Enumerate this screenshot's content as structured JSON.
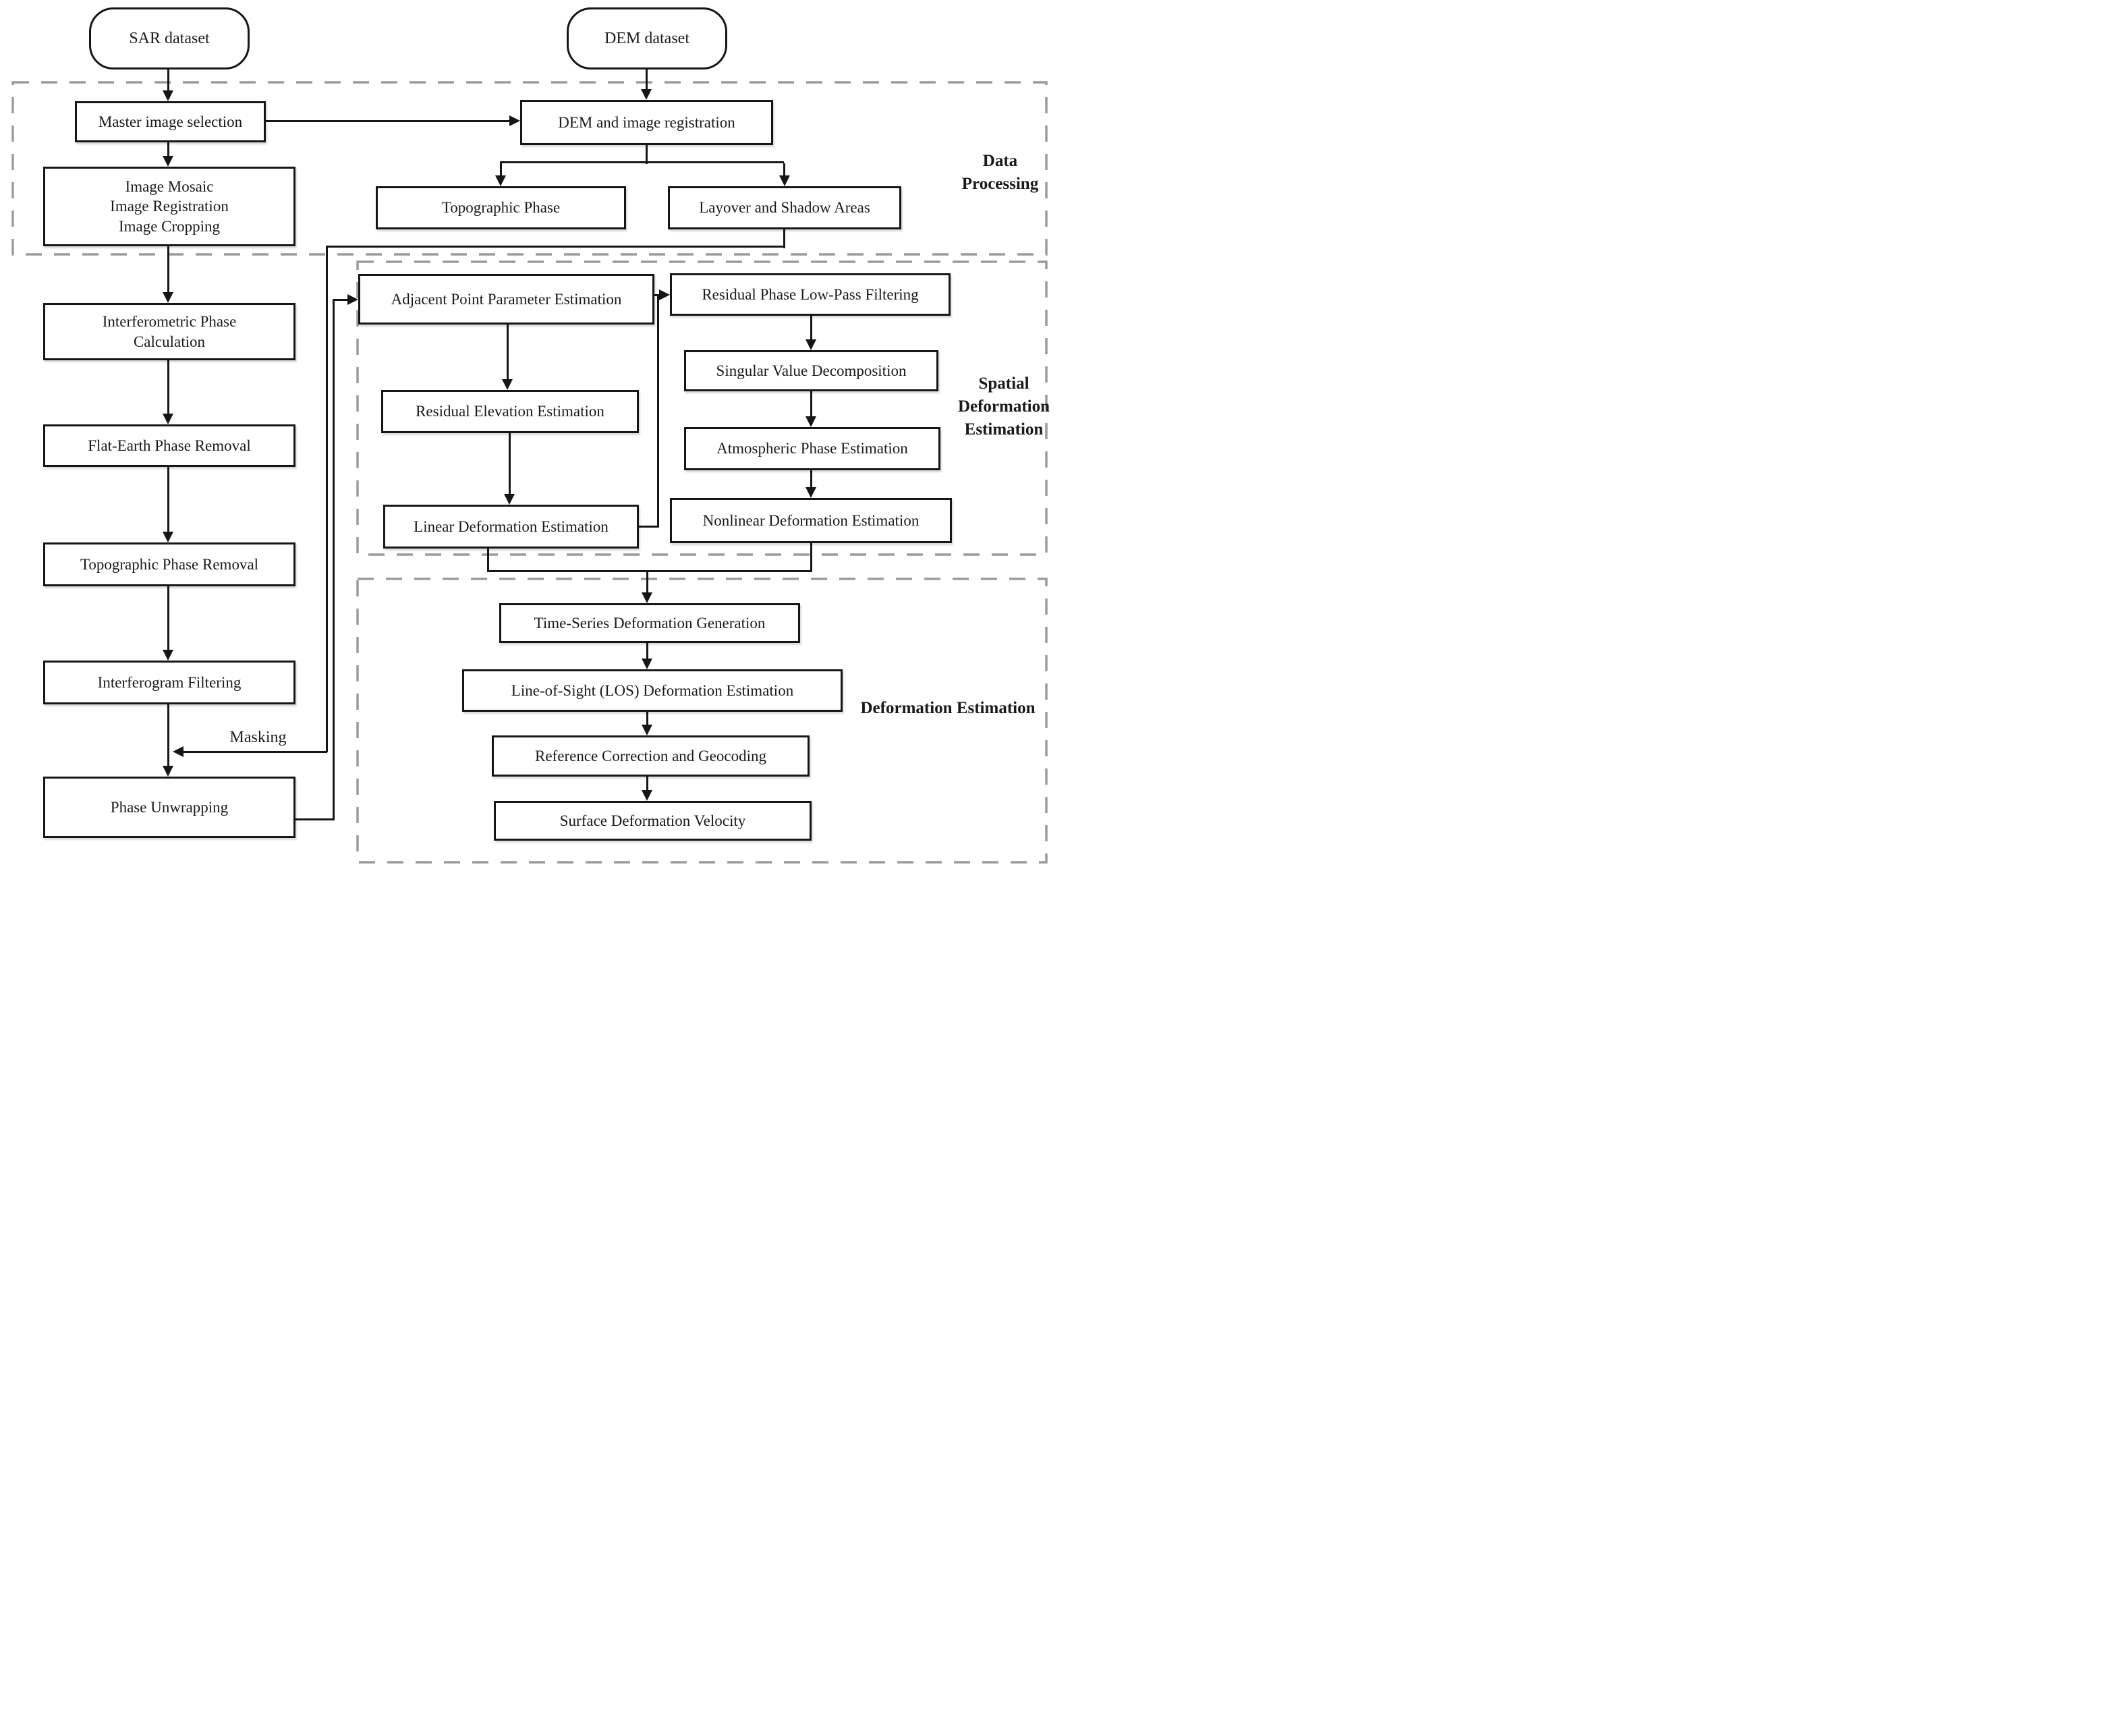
{
  "figure": {
    "terminals": {
      "sar": "SAR dataset",
      "dem": "DEM dataset"
    },
    "regions": {
      "data_processing": "Data\nProcessing",
      "spatial_deformation": "Spatial\nDeformation\nEstimation",
      "deformation": "Deformation Estimation"
    },
    "boxes": {
      "master": "Master image selection",
      "mosaic": "Image Mosaic\nImage Registration\nImage Cropping",
      "demreg": "DEM and image registration",
      "topophase": "Topographic Phase",
      "layover": "Layover and Shadow Areas",
      "iphase": "Interferometric Phase\nCalculation",
      "flatearth": "Flat-Earth Phase Removal",
      "toporemoval": "Topographic Phase Removal",
      "ifilter": "Interferogram Filtering",
      "punwrap": "Phase Unwrapping",
      "appe": "Adjacent Point Parameter Estimation",
      "reselev": "Residual Elevation Estimation",
      "linear": "Linear Deformation Estimation",
      "rplpf": "Residual Phase Low-Pass Filtering",
      "svd": "Singular Value Decomposition",
      "atmos": "Atmospheric Phase Estimation",
      "nonlinear": "Nonlinear Deformation Estimation",
      "timeseries": "Time-Series Deformation Generation",
      "los": "Line-of-Sight (LOS) Deformation Estimation",
      "refcorr": "Reference Correction and Geocoding",
      "surface": "Surface Deformation Velocity"
    },
    "annotations": {
      "masking": "Masking"
    },
    "colors": {
      "line": "#161616",
      "dash": "#9b9b9b",
      "text": "#1a1a1a",
      "background": "#ffffff"
    }
  }
}
